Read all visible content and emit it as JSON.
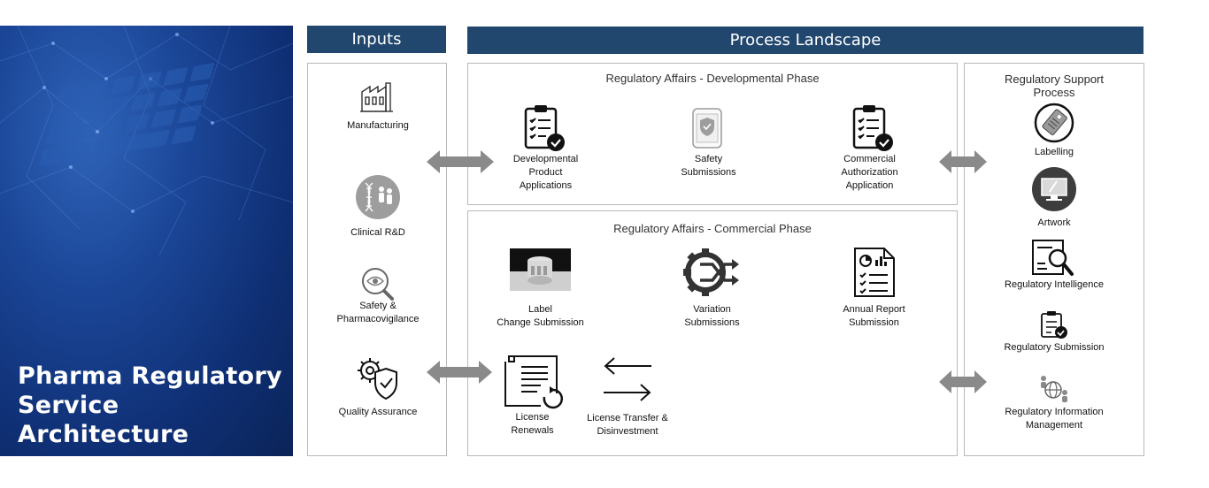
{
  "hero": {
    "title_line1": "Pharma Regulatory",
    "title_line2": "Service Architecture"
  },
  "headers": {
    "inputs": "Inputs",
    "process": "Process Landscape"
  },
  "inputs": [
    {
      "label": "Manufacturing",
      "icon": "factory-icon"
    },
    {
      "label": "Clinical R&D",
      "icon": "dna-people-icon"
    },
    {
      "label_line1": "Safety &",
      "label_line2": "Pharmacovigilance",
      "icon": "magnifier-eye-icon"
    },
    {
      "label": "Quality Assurance",
      "icon": "gear-shield-icon"
    }
  ],
  "dev_phase": {
    "title": "Regulatory Affairs - Developmental Phase",
    "items": [
      {
        "l1": "Developmental",
        "l2": "Product",
        "l3": "Applications",
        "icon": "clipboard-check-icon"
      },
      {
        "l1": "Safety",
        "l2": "Submissions",
        "icon": "phone-shield-icon"
      },
      {
        "l1": "Commercial",
        "l2": "Authorization",
        "l3": "Application",
        "icon": "clipboard-check-icon"
      }
    ]
  },
  "commercial_phase": {
    "title": "Regulatory Affairs - Commercial Phase",
    "items": [
      {
        "l1": "Label",
        "l2": "Change Submission",
        "icon": "label-roll-icon"
      },
      {
        "l1": "Variation",
        "l2": "Submissions",
        "icon": "gear-shuffle-icon"
      },
      {
        "l1": "Annual Report",
        "l2": "Submission",
        "icon": "report-chart-icon"
      },
      {
        "l1": "License",
        "l2": "Renewals",
        "icon": "document-refresh-icon"
      },
      {
        "l1": "License Transfer &",
        "l2": "Disinvestment",
        "icon": "swap-arrows-icon"
      }
    ]
  },
  "support": {
    "title_line1": "Regulatory Support",
    "title_line2": "Process",
    "items": [
      {
        "label": "Labelling",
        "icon": "tag-icon"
      },
      {
        "label": "Artwork",
        "icon": "monitor-pen-icon"
      },
      {
        "label": "Regulatory Intelligence",
        "icon": "document-search-icon"
      },
      {
        "label": "Regulatory Submission",
        "icon": "clipboard-check-small-icon"
      },
      {
        "l1": "Regulatory Information",
        "l2": "Management",
        "icon": "globe-people-icon"
      }
    ]
  },
  "colors": {
    "header": "#21476e",
    "connector": "#8a8a8a",
    "hero": "#15398a"
  }
}
